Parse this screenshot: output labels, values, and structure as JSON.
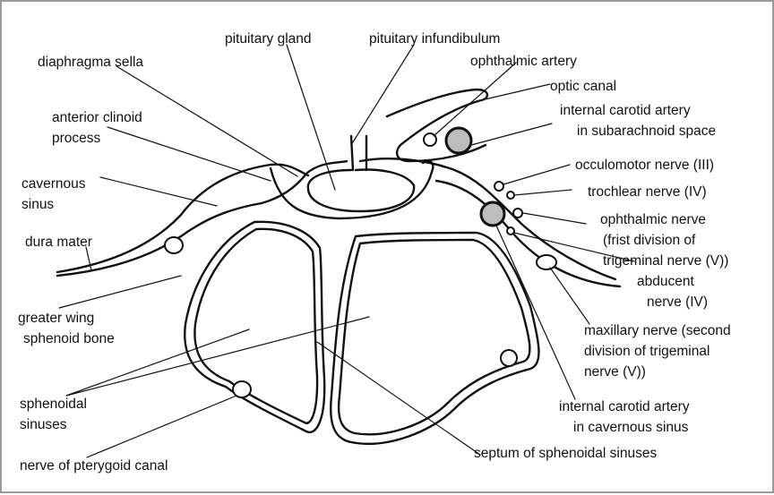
{
  "labels": {
    "pituitary_gland": "pituitary gland",
    "pituitary_infundibulum": "pituitary infundibulum",
    "diaphragma_sella": "diaphragma sella",
    "ophthalmic_artery": "ophthalmic artery",
    "optic_canal": "optic canal",
    "ica_subarachnoid_1": "internal carotid artery",
    "ica_subarachnoid_2": "in subarachnoid space",
    "anterior_clinoid_1": "anterior clinoid",
    "anterior_clinoid_2": "process",
    "cavernous_sinus_1": "cavernous",
    "cavernous_sinus_2": "sinus",
    "occulomotor_nerve": "occulomotor nerve (III)",
    "trochlear_nerve": "trochlear nerve (IV)",
    "ophthalmic_nerve_1": "ophthalmic nerve",
    "ophthalmic_nerve_2": "(frist division of",
    "ophthalmic_nerve_3": "trigeminal nerve (V))",
    "dura_mater": "dura mater",
    "abducent_1": "abducent",
    "abducent_2": "nerve (IV)",
    "greater_wing_1": "greater wing",
    "greater_wing_2": "sphenoid bone",
    "maxillary_1": "maxillary nerve (second",
    "maxillary_2": "division of trigeminal",
    "maxillary_3": "nerve (V))",
    "sphenoidal_sinuses_1": "sphenoidal",
    "sphenoidal_sinuses_2": "sinuses",
    "ica_cavernous_1": "internal carotid artery",
    "ica_cavernous_2": "in cavernous sinus",
    "pterygoid_nerve": "nerve of pterygoid canal",
    "septum": "septum of sphenoidal sinuses"
  },
  "colors": {
    "ink": "#111111",
    "vessel_fill": "#bdbdbd",
    "border": "#9a9a9a"
  }
}
